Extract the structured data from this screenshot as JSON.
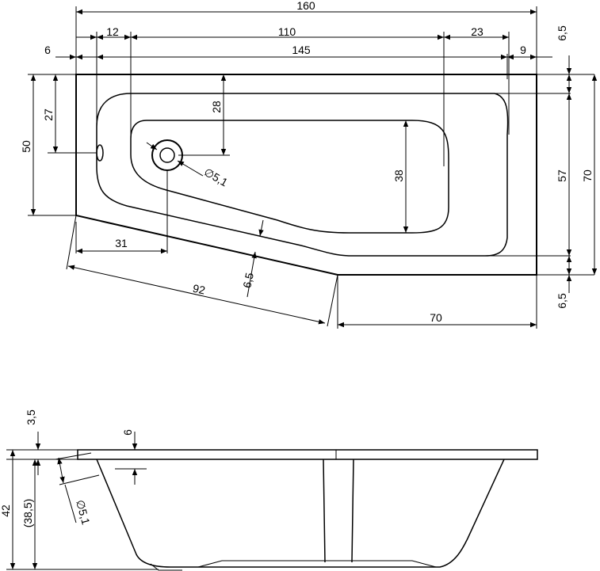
{
  "top_view": {
    "dims": {
      "overall_length": "160",
      "left_offset": "12",
      "inner_length": "110",
      "right_offset": "23",
      "left_edge": "6",
      "rim_length": "145",
      "right_edge": "9",
      "top_rim": "6,5",
      "overall_width": "70",
      "inner_width": "57",
      "bottom_rim": "6,5",
      "left_width": "50",
      "drain_offset_y": "27",
      "drain_from_top": "28",
      "basin_width": "38",
      "drain_diameter": "∅5,1",
      "drain_from_left": "31",
      "slanted_length": "92",
      "slanted_rim": "6,5",
      "bottom_straight": "70"
    }
  },
  "side_view": {
    "dims": {
      "rim_thickness": "3,5",
      "rim_inset": "6",
      "total_height": "42",
      "inner_height": "(38,5)",
      "overflow_diameter": "∅5,1"
    }
  }
}
